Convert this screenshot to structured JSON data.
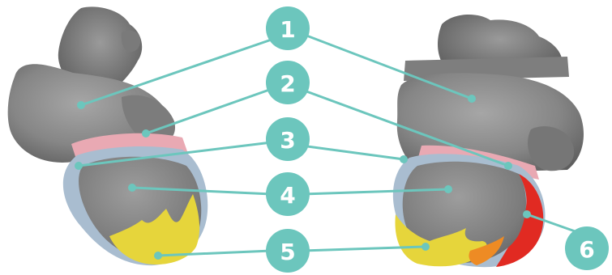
{
  "labels": [
    {
      "id": "1",
      "text": "1"
    },
    {
      "id": "2",
      "text": "2"
    },
    {
      "id": "3",
      "text": "3"
    },
    {
      "id": "4",
      "text": "4"
    },
    {
      "id": "5",
      "text": "5"
    },
    {
      "id": "6",
      "text": "6"
    }
  ],
  "colors": {
    "callout": "#6cc6bd",
    "heart_gray": "#8a8a8a",
    "region_pink": "#e9a9b3",
    "region_blue": "#a9bdd0",
    "region_yellow": "#e6d53b",
    "region_red": "#e12a22",
    "region_orange": "#ee8b24"
  }
}
